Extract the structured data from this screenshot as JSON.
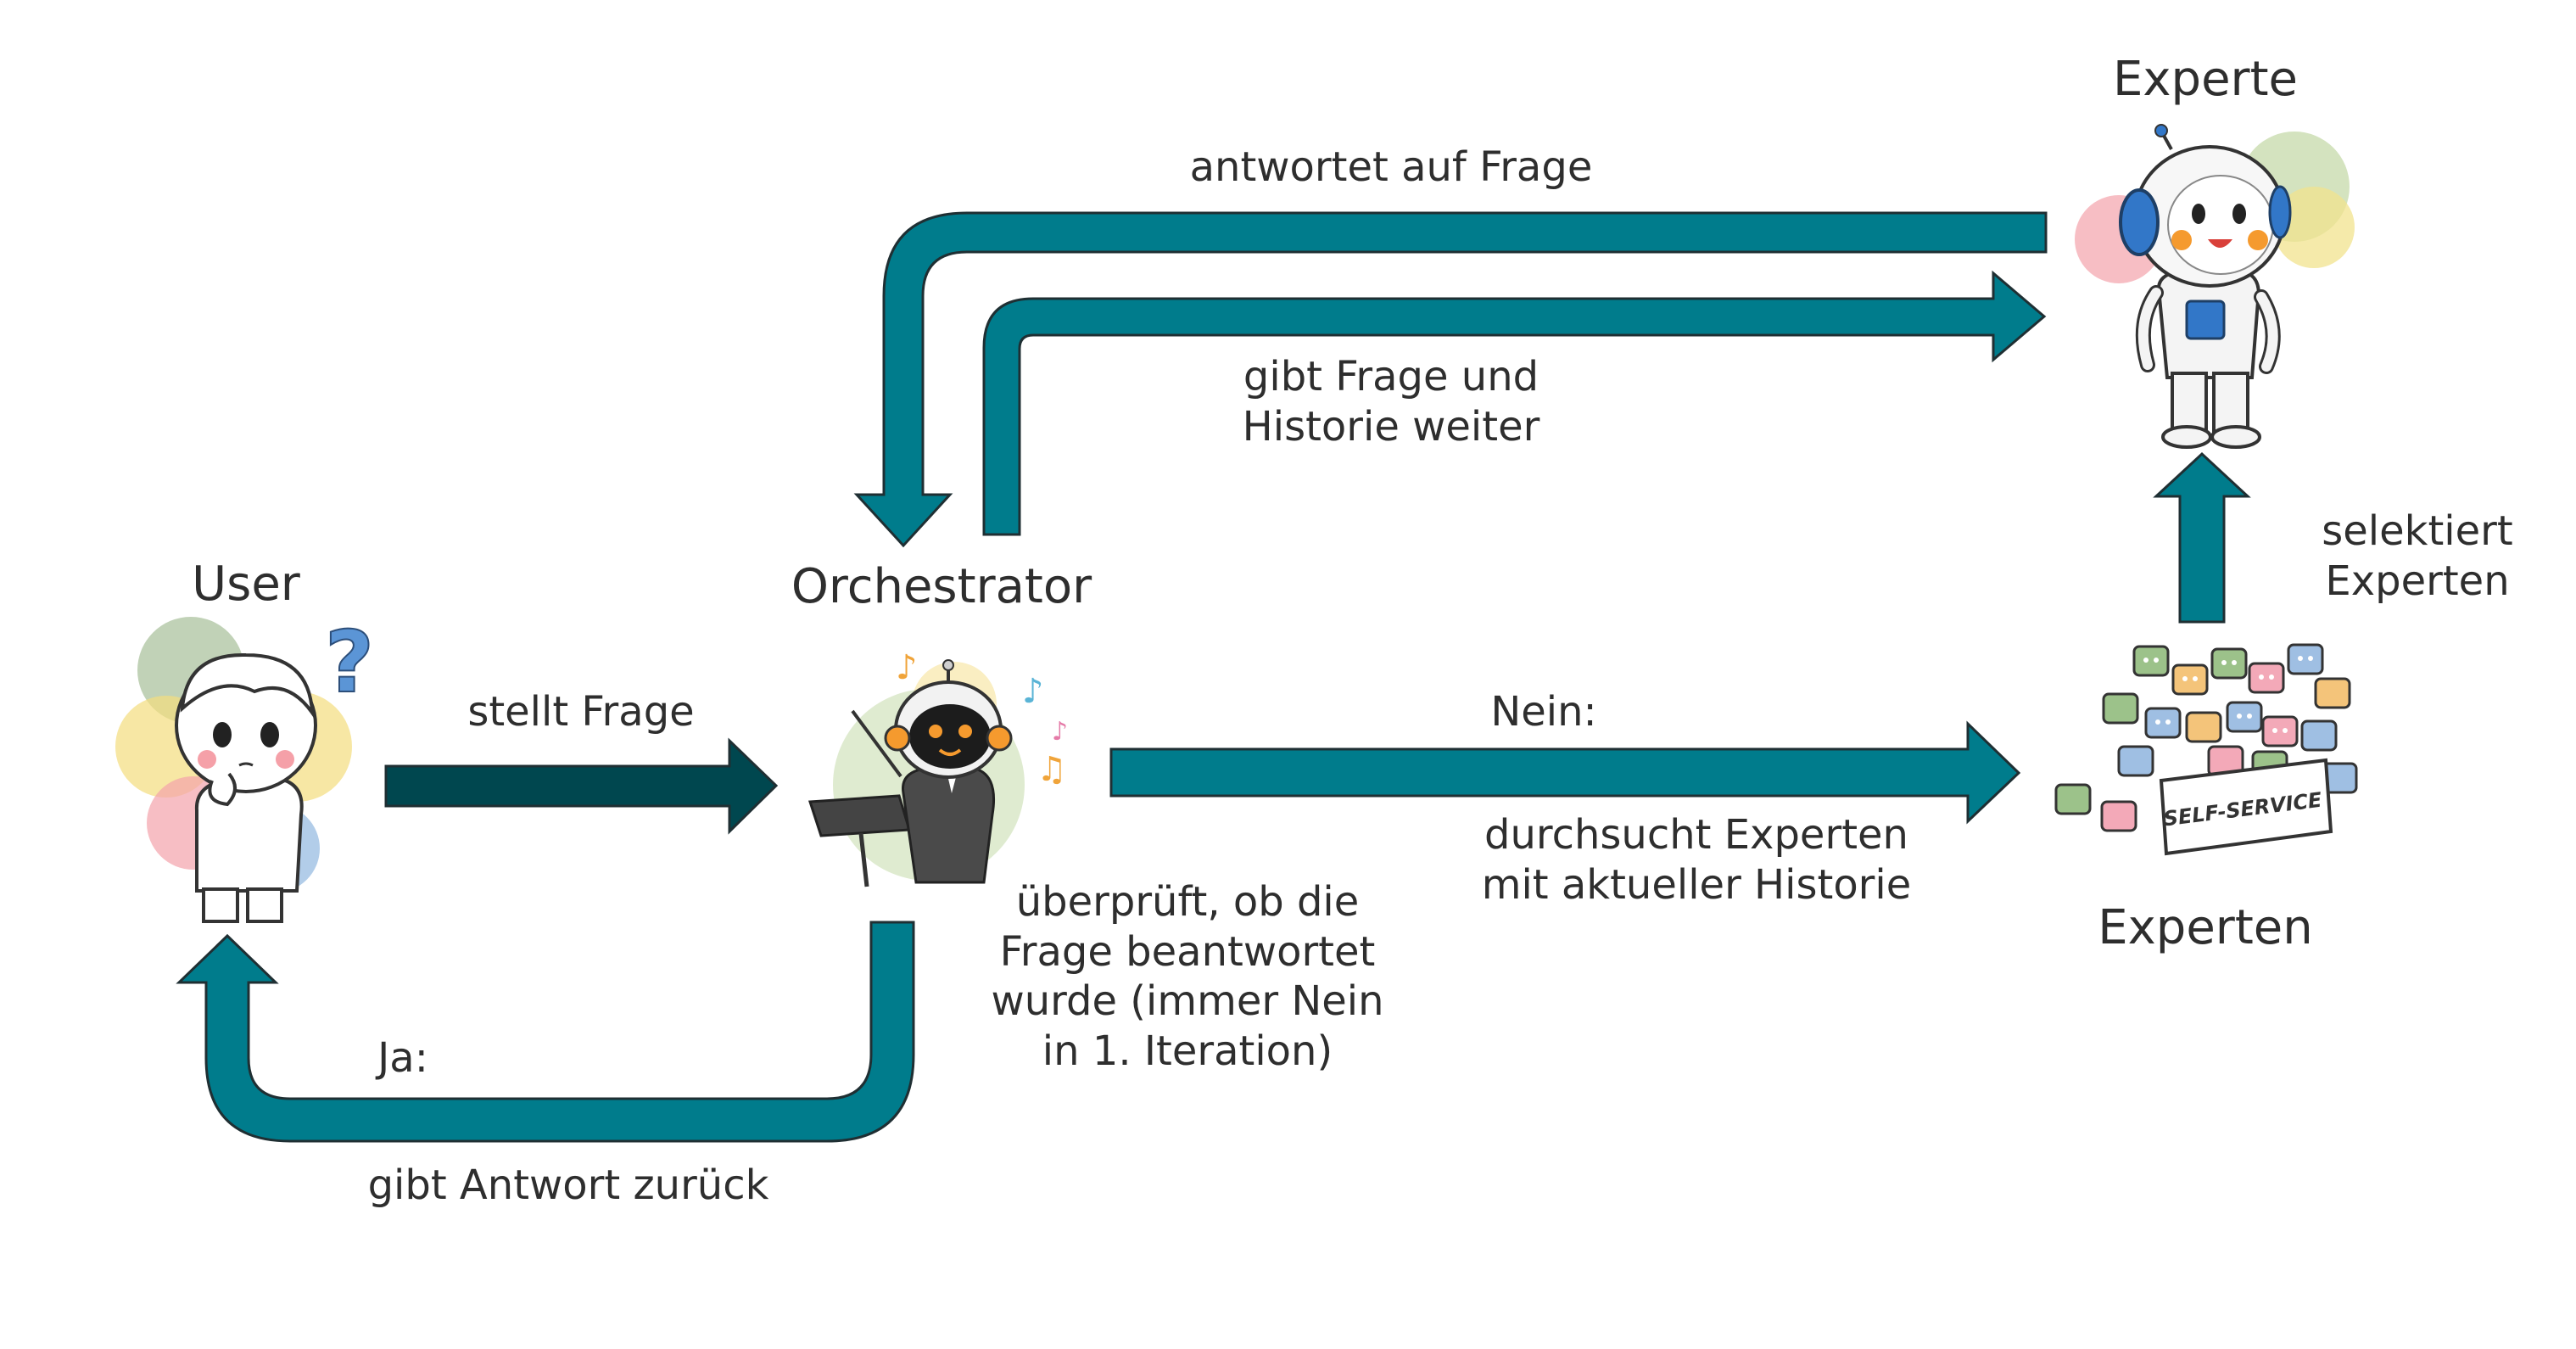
{
  "nodes": {
    "user": "User",
    "orchestrator": "Orchestrator",
    "experte": "Experte",
    "experten": "Experten"
  },
  "edges": {
    "stellt_frage": "stellt Frage",
    "antwortet": "antwortet auf Frage",
    "gibt_frage": "gibt Frage und\nHistorie weiter",
    "nein": "Nein:",
    "durchsucht": "durchsucht Experten\nmit aktueller Historie",
    "selektiert": "selektiert\nExperten",
    "ueberprueft": "überprüft, ob die\nFrage beantwortet\nwurde (immer Nein\nin 1. Iteration)",
    "ja": "Ja:",
    "gibt_antwort": "gibt Antwort zurück"
  },
  "illustrations": {
    "self_service_box": "SELF-SERVICE",
    "question_mark": "?"
  },
  "colors": {
    "arrow_teal": "#007c8c",
    "arrow_dark": "#00474f",
    "outline": "#1f2f33",
    "text": "#2e2e2e"
  }
}
